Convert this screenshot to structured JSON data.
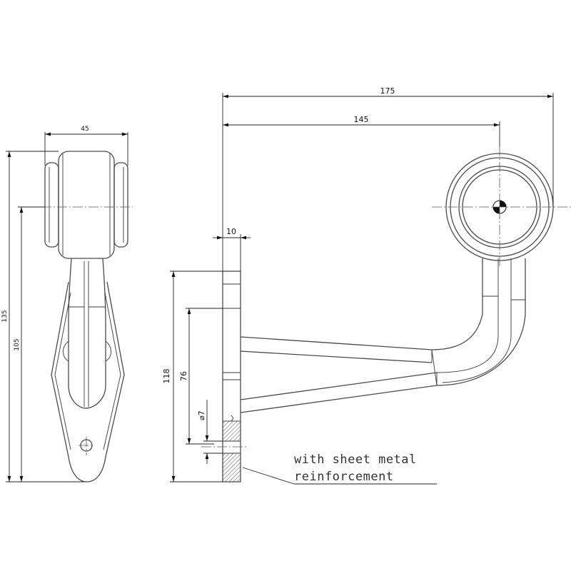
{
  "dimensions": {
    "d175": "175",
    "d145": "145",
    "d45": "45",
    "d10": "10",
    "d135": "135",
    "d105": "105",
    "d118": "118",
    "d76": "76",
    "d7": "⌀7"
  },
  "note": {
    "line1": "with sheet metal",
    "line2": "reinforcement"
  }
}
